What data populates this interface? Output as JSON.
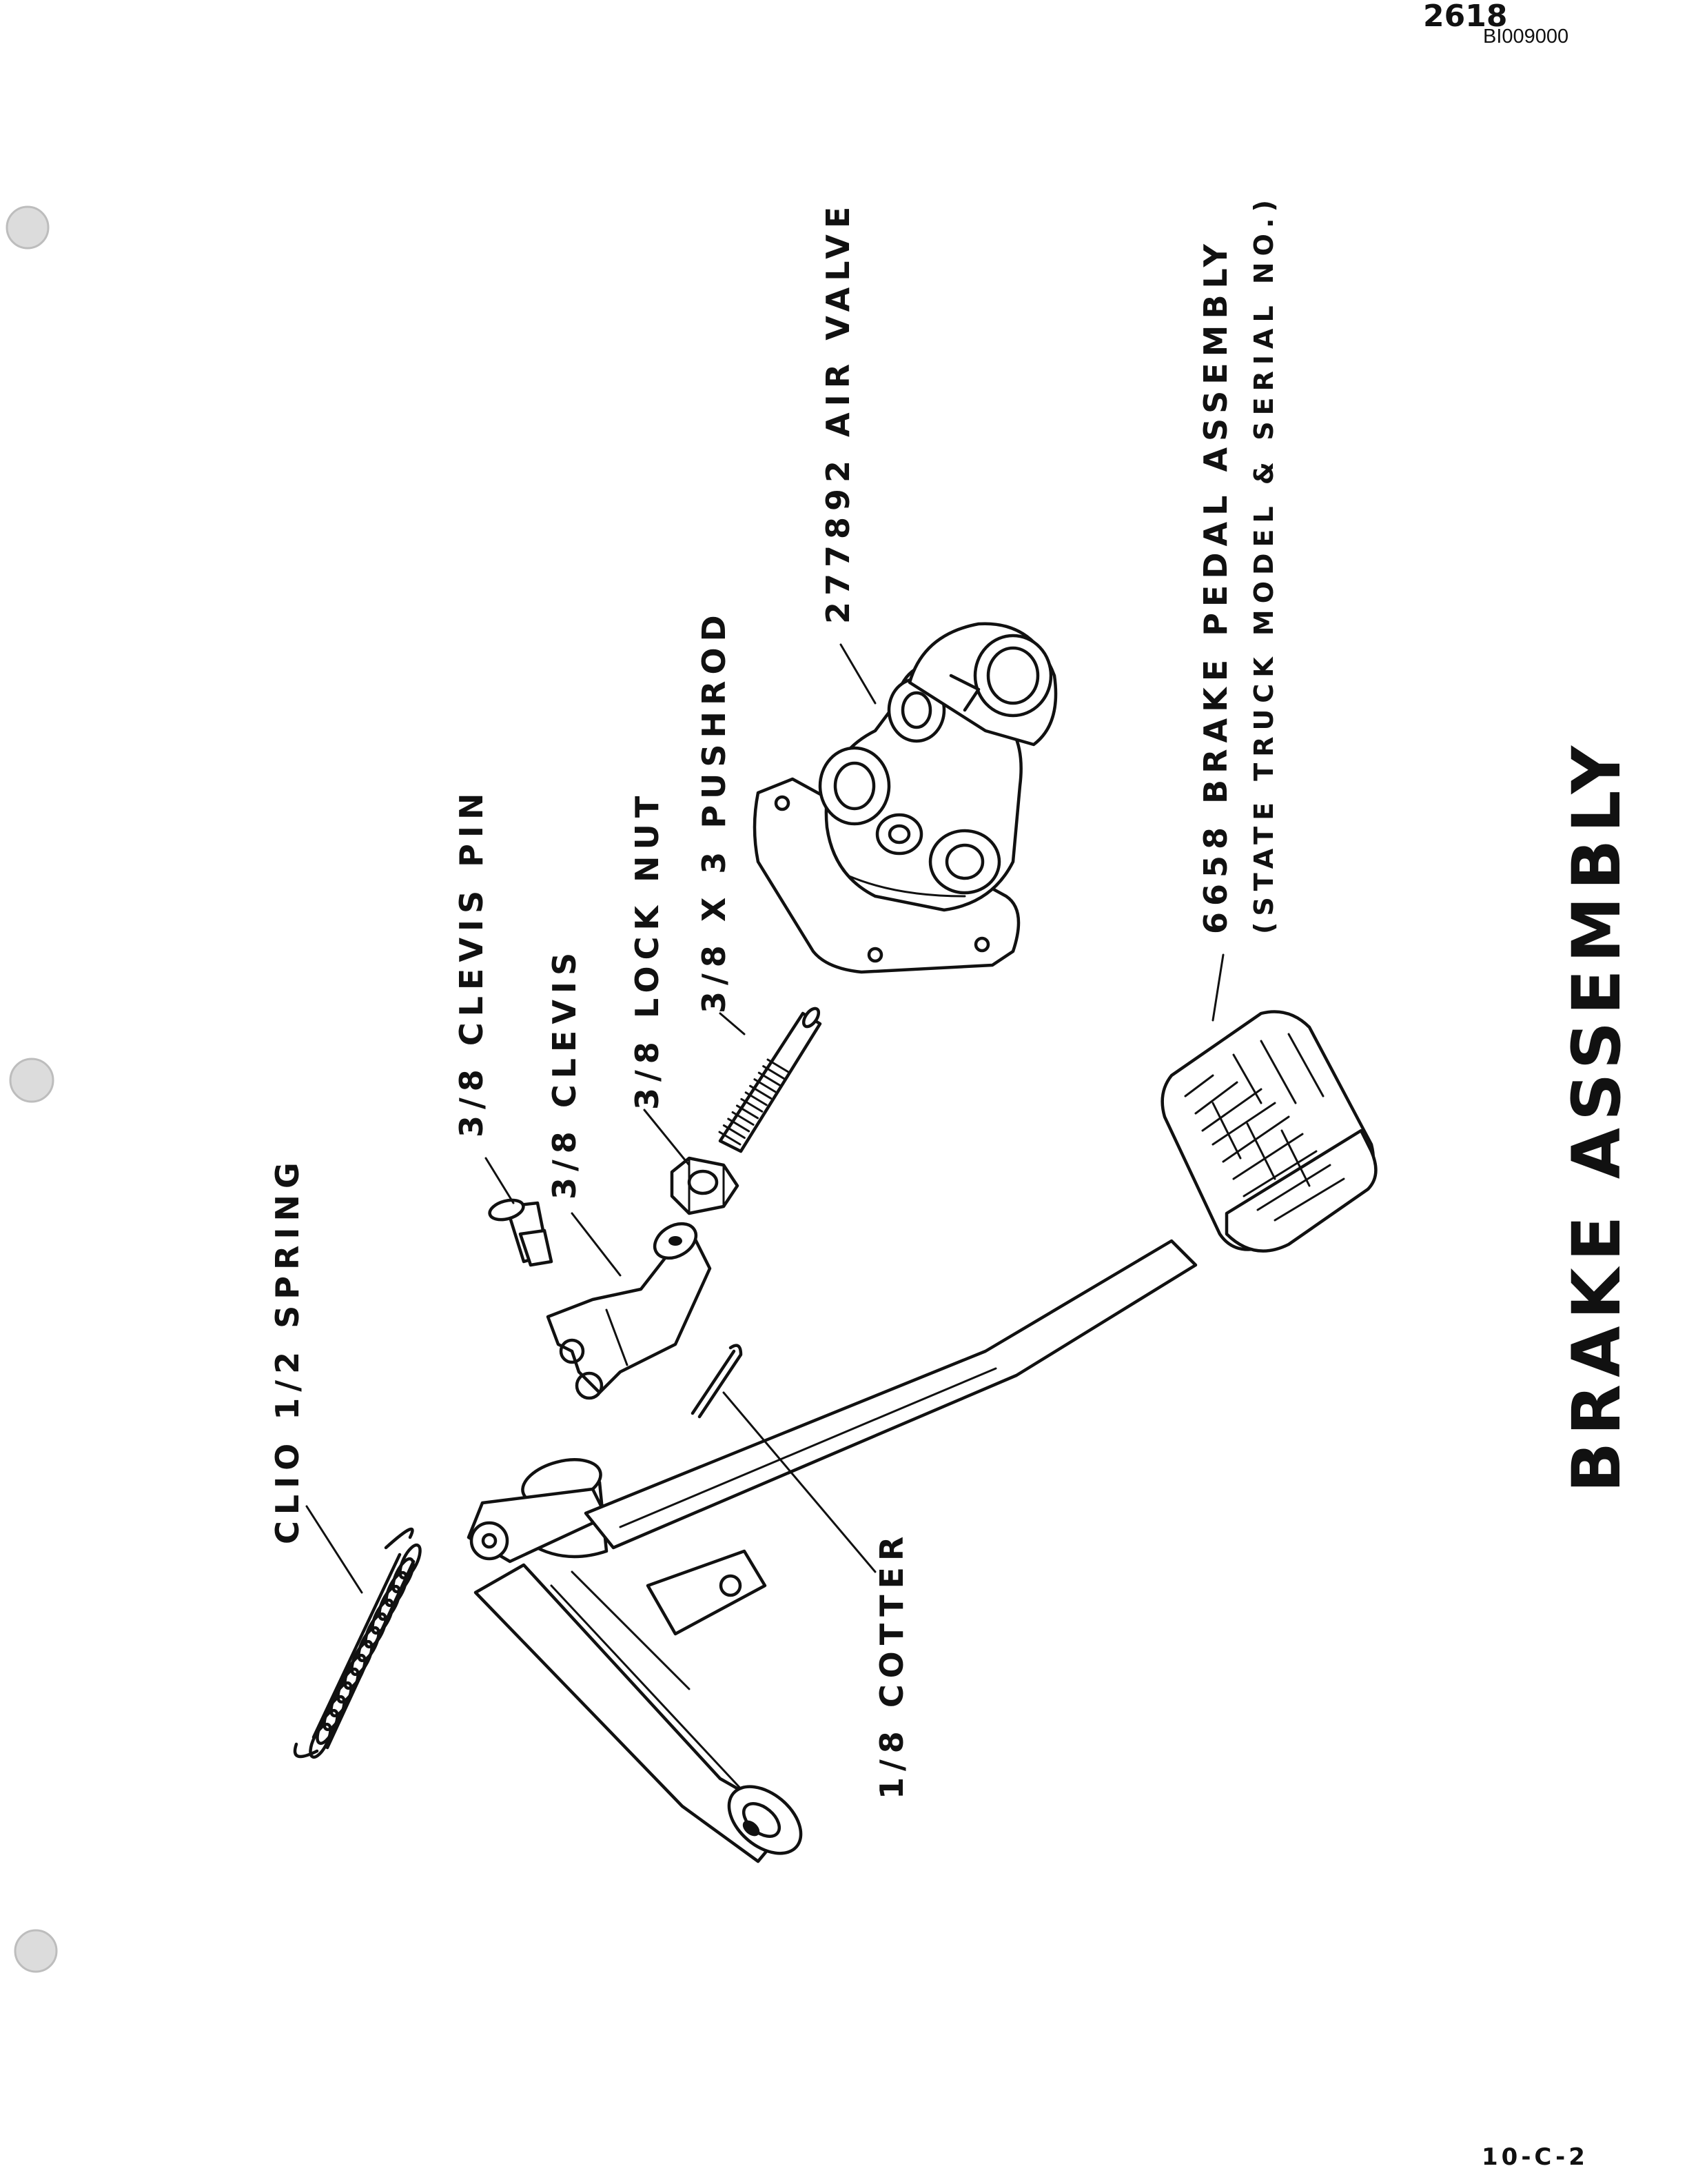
{
  "page": {
    "corner_number": "2618",
    "document_id": "BI009000",
    "page_number": "10-C-2"
  },
  "title": "BRAKE ASSEMBLY",
  "parts": [
    {
      "id": "spring",
      "label": "CLIO 1/2 SPRING"
    },
    {
      "id": "clevis_pin",
      "label": "3/8 CLEVIS PIN"
    },
    {
      "id": "clevis",
      "label": "3/8 CLEVIS"
    },
    {
      "id": "lock_nut",
      "label": "3/8 LOCK NUT"
    },
    {
      "id": "pushrod",
      "label": "3/8 X 3 PUSHROD"
    },
    {
      "id": "air_valve",
      "label": "277892 AIR VALVE"
    },
    {
      "id": "pedal",
      "label": "6658 BRAKE PEDAL ASSEMBLY",
      "note": "(STATE TRUCK MODEL & SERIAL NO.)"
    },
    {
      "id": "cotter",
      "label": "1/8 COTTER"
    }
  ]
}
